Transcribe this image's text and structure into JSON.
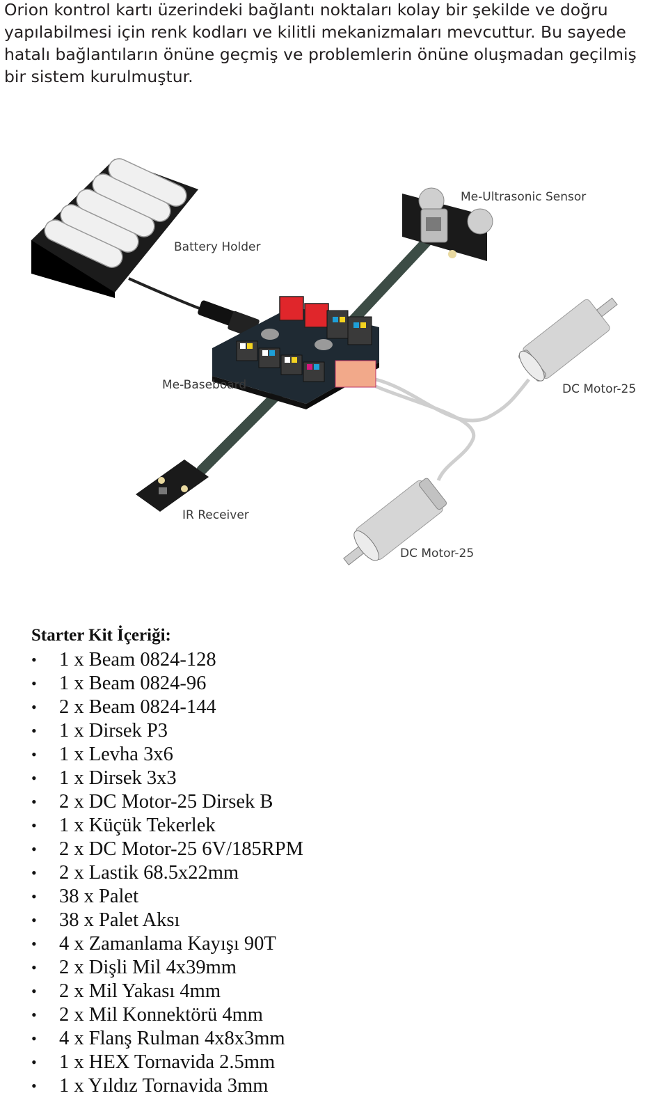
{
  "intro": {
    "text": "Orion kontrol kartı üzerindeki bağlantı noktaları kolay bir şekilde ve doğru yapılabilmesi için renk kodları ve kilitli mekanizmaları mevcuttur. Bu sayede hatalı bağlantıların önüne geçmiş ve problemlerin önüne oluşmadan geçilmiş bir sistem kurulmuştur."
  },
  "diagram": {
    "labels": {
      "battery_holder": "Battery Holder",
      "ultrasonic_sensor": "Me-Ultrasonic Sensor",
      "baseboard": "Me-Baseboard",
      "ir_receiver": "IR Receiver",
      "dc_motor_1": "DC Motor-25",
      "dc_motor_2": "DC Motor-25"
    },
    "colors": {
      "port_red": "#e0262b",
      "port_blue": "#1e9fd8",
      "port_yellow": "#f4d320",
      "port_white": "#ffffff",
      "port_magenta": "#d6187e",
      "motor_connector": "#f2a98a"
    }
  },
  "kit": {
    "title": "Starter Kit İçeriği:",
    "bullet": "•",
    "items": [
      "1 x Beam 0824-128",
      "1 x Beam 0824-96",
      "2 x Beam 0824-144",
      "1 x Dirsek P3",
      "1 x Levha 3x6",
      "1 x Dirsek 3x3",
      "2 x DC Motor-25 Dirsek B",
      "1 x Küçük Tekerlek",
      "2 x DC Motor-25 6V/185RPM",
      "2 x Lastik 68.5x22mm",
      "38 x Palet",
      "38 x Palet Aksı",
      "4 x Zamanlama Kayışı 90T",
      "2 x Dişli Mil 4x39mm",
      "2 x Mil Yakası 4mm",
      "2 x Mil Konnektörü 4mm",
      "4 x Flanş Rulman 4x8x3mm",
      "1 x HEX Tornavida 2.5mm",
      "1 x Yıldız Tornavida 3mm"
    ]
  }
}
